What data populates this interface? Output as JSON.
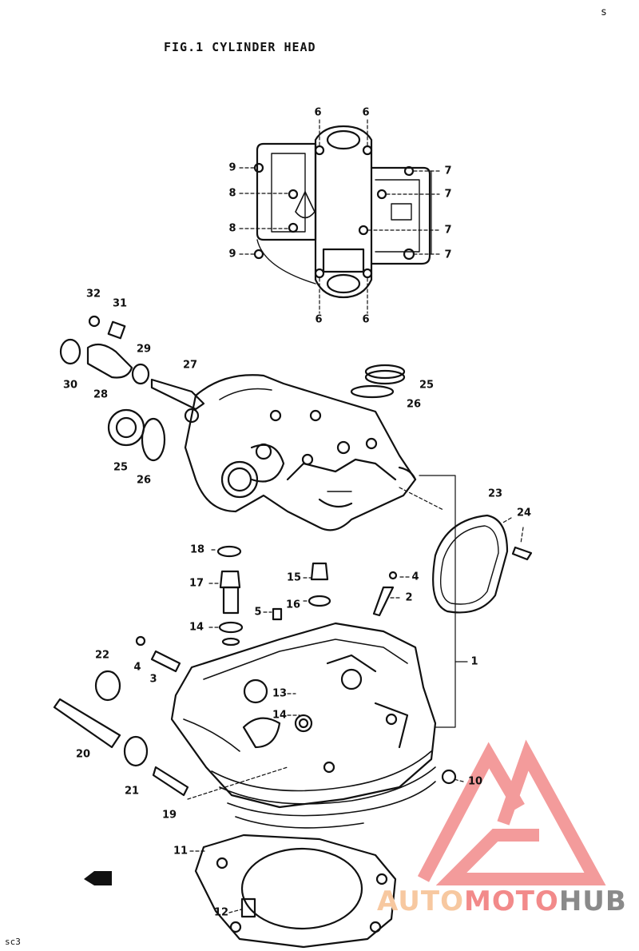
{
  "title": "FIG.1  CYLINDER HEAD",
  "corner_mark_top": "s",
  "corner_mark_bottom": "sc3",
  "watermark": {
    "part1": "AUTO",
    "part2": "MOTO",
    "part3": "HUB",
    "colors": {
      "auto": "#f7c8a0",
      "moto": "#f28a8a",
      "hub": "#8a8a8a",
      "logo": "#f28a8a"
    }
  },
  "callouts": [
    {
      "id": "c6a",
      "label": "6"
    },
    {
      "id": "c6b",
      "label": "6"
    },
    {
      "id": "c9a",
      "label": "9"
    },
    {
      "id": "c8a",
      "label": "8"
    },
    {
      "id": "c8b",
      "label": "8"
    },
    {
      "id": "c9b",
      "label": "9"
    },
    {
      "id": "c7a",
      "label": "7"
    },
    {
      "id": "c7b",
      "label": "7"
    },
    {
      "id": "c7c",
      "label": "7"
    },
    {
      "id": "c7d",
      "label": "7"
    },
    {
      "id": "c6c",
      "label": "6"
    },
    {
      "id": "c6d",
      "label": "6"
    },
    {
      "id": "c32",
      "label": "32"
    },
    {
      "id": "c31",
      "label": "31"
    },
    {
      "id": "c29",
      "label": "29"
    },
    {
      "id": "c27",
      "label": "27"
    },
    {
      "id": "c30",
      "label": "30"
    },
    {
      "id": "c28",
      "label": "28"
    },
    {
      "id": "c25a",
      "label": "25"
    },
    {
      "id": "c26a",
      "label": "26"
    },
    {
      "id": "c25b",
      "label": "25"
    },
    {
      "id": "c26b",
      "label": "26"
    },
    {
      "id": "c23",
      "label": "23"
    },
    {
      "id": "c24",
      "label": "24"
    },
    {
      "id": "c18",
      "label": "18"
    },
    {
      "id": "c17",
      "label": "17"
    },
    {
      "id": "c15",
      "label": "15"
    },
    {
      "id": "c4a",
      "label": "4"
    },
    {
      "id": "c2",
      "label": "2"
    },
    {
      "id": "c16",
      "label": "16"
    },
    {
      "id": "c5",
      "label": "5"
    },
    {
      "id": "c14a",
      "label": "14"
    },
    {
      "id": "c22",
      "label": "22"
    },
    {
      "id": "c4b",
      "label": "4"
    },
    {
      "id": "c3",
      "label": "3"
    },
    {
      "id": "c1",
      "label": "1"
    },
    {
      "id": "c13",
      "label": "13"
    },
    {
      "id": "c14b",
      "label": "14"
    },
    {
      "id": "c20",
      "label": "20"
    },
    {
      "id": "c21",
      "label": "21"
    },
    {
      "id": "c19",
      "label": "19"
    },
    {
      "id": "c10",
      "label": "10"
    },
    {
      "id": "c11",
      "label": "11"
    },
    {
      "id": "c12",
      "label": "12"
    }
  ]
}
